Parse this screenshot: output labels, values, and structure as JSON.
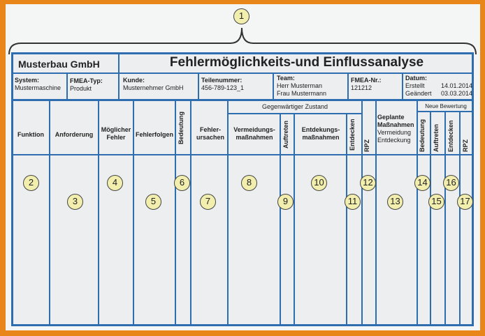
{
  "company": "Musterbau GmbH",
  "title": "Fehlermöglichkeits-und Einflussanalyse",
  "info": {
    "system_label": "System:",
    "system": "Mustermaschine",
    "type_label": "FMEA-Typ:",
    "type": "Produkt",
    "customer_label": "Kunde:",
    "customer": "Musternehmer GmbH",
    "part_label": "Teilenummer:",
    "part": "456-789-123_1",
    "team_label": "Team:",
    "team1": "Herr Musterman",
    "team2": "Frau Mustermann",
    "nr_label": "FMEA-Nr.:",
    "nr": "121212",
    "date_label": "Datum:",
    "created_label": "Erstellt",
    "created": "14.01.2014",
    "changed_label": "Geändert",
    "changed": "03.03.2014"
  },
  "headers": {
    "funktion": "Funktion",
    "anforderung": "Anforderung",
    "fehler": "Möglicher Fehler",
    "folgen": "Fehlerfolgen",
    "bedeutung": "Bedeutung",
    "ursachen": "Fehler-ursachen",
    "current_group": "Gegenwärtiger Zustand",
    "vermeidung": "Vermeidungs-maßnahmen",
    "auftreten": "Auftreten",
    "entdeckung": "Entdekungs-maßnahmen",
    "entdecken": "Entdecken",
    "rpz": "RPZ",
    "geplant": "Geplante Maßnahmen",
    "geplant_sub1": "Vermeidung",
    "geplant_sub2": "Entdeckung",
    "new_group": "Neue Bewertung"
  },
  "markers": [
    "1",
    "2",
    "3",
    "4",
    "5",
    "6",
    "7",
    "8",
    "9",
    "10",
    "11",
    "12",
    "13",
    "14",
    "15",
    "16",
    "17"
  ]
}
